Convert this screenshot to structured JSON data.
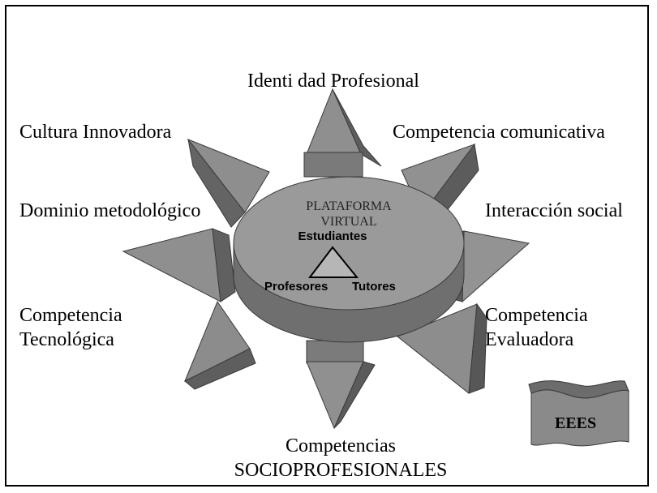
{
  "diagram": {
    "center": {
      "title_line1": "PLATAFORMA",
      "title_line2": "VIRTUAL",
      "vertex_top": "Estudiantes",
      "vertex_left": "Profesores",
      "vertex_right": "Tutores"
    },
    "labels": {
      "top": "Identi dad Profesional",
      "top_left": "Cultura Innovadora",
      "top_right": "Competencia comunicativa",
      "left": "Dominio metodológico",
      "right": "Interacción social",
      "bottom_left_line1": "Competencia",
      "bottom_left_line2": "Tecnológica",
      "bottom_right_line1": "Competencia",
      "bottom_right_line2": "Evaluadora",
      "bottom_line1": "Competencias",
      "bottom_line2": "SOCIOPROFESIONALES"
    },
    "flag_label": "EEES",
    "colors": {
      "disc": "#969696",
      "arrow_face": "#8c8c8c",
      "arrow_dark": "#5a5a5a",
      "triangle": "#b4b4b4"
    }
  }
}
